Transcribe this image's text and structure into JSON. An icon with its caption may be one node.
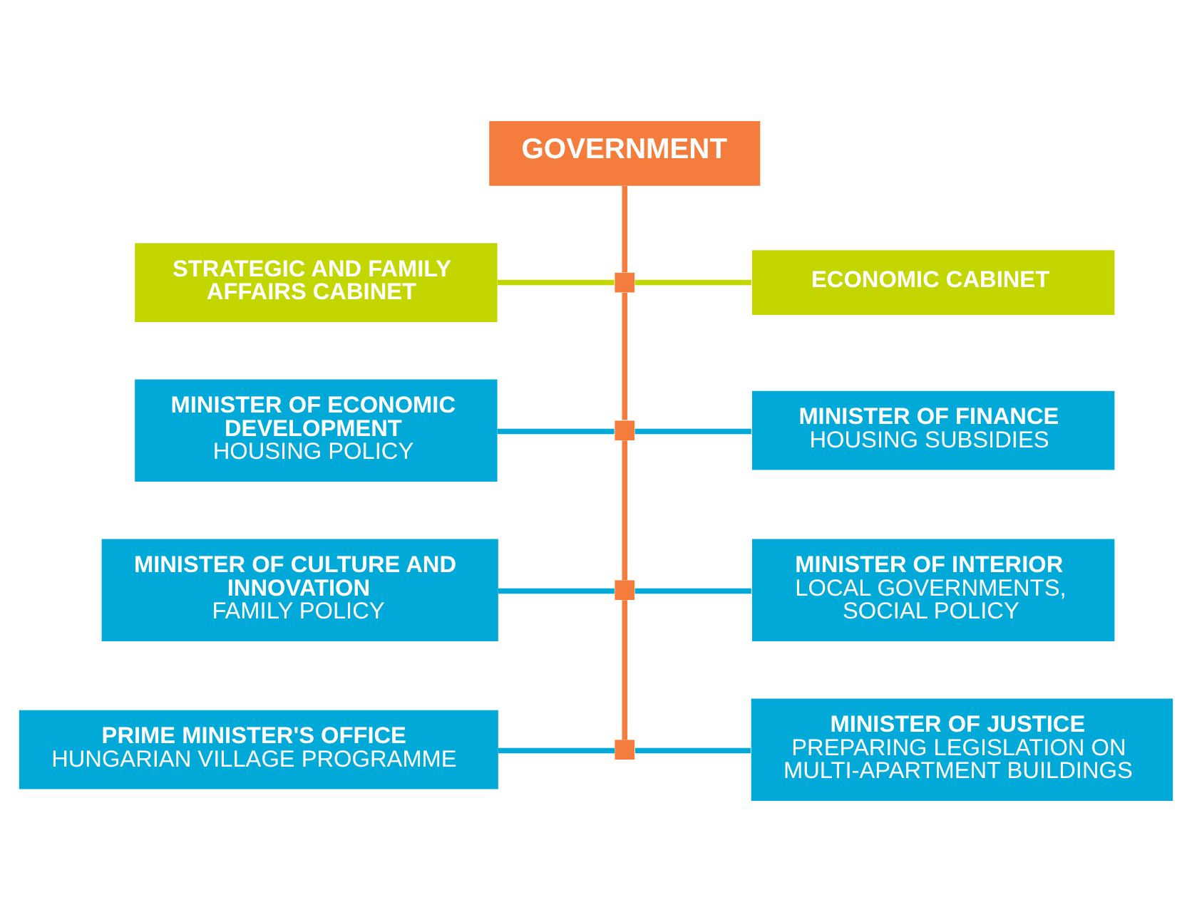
{
  "diagram": {
    "nodes": [
      {
        "text": [
          "GOVERNMENT"
        ]
      },
      {
        "text": [
          "STRATEGIC AND FAMILY AFFAIRS CABINET"
        ]
      },
      {
        "text": [],
        "shape": "box"
      },
      {
        "text": [
          "ECONOMIC CABINET"
        ]
      },
      {
        "text": [
          "MINISTER OF ECONOMIC DEVELOPMENT",
          "HOUSING POLICY"
        ]
      },
      {
        "text": [],
        "shape": "box"
      },
      {
        "text": [
          "MINISTER OF FINANCE",
          "HOUSING SUBSIDIES"
        ]
      },
      {
        "text": [
          "MINISTER OF CULTURE AND INNOVATION",
          "FAMILY POLICY"
        ]
      },
      {
        "text": [],
        "shape": "box"
      },
      {
        "text": [
          "MINISTER OF INTERIOR",
          "LOCAL GOVERNMENTS, SOCIAL POLICY"
        ]
      },
      {
        "text": [
          "PRIME MINISTER'S OFFICE",
          "HUNGARIAN VILLAGE PROGRAMME"
        ]
      },
      {
        "text": [],
        "shape": "box"
      },
      {
        "text": [
          "MINISTER OF JUSTICE",
          "PREPARING LEGISLATION ON MULTI-APARTMENT BUILDINGS"
        ]
      }
    ],
    "edges": [
      {
        "from": 0,
        "to": 2,
        "arrow": "none",
        "color": "#f47c3c"
      },
      {
        "from": 1,
        "to": 2,
        "arrow": "none",
        "color": "#c3d600"
      },
      {
        "from": 2,
        "to": 3,
        "arrow": "none",
        "color": "#c3d600"
      },
      {
        "from": 2,
        "to": 5,
        "arrow": "none",
        "color": "#f47c3c"
      },
      {
        "from": 4,
        "to": 5,
        "arrow": "none"
      },
      {
        "from": 5,
        "to": 6,
        "arrow": "none"
      },
      {
        "from": 5,
        "to": 8,
        "arrow": "none",
        "color": "#f47c3c"
      },
      {
        "from": 7,
        "to": 8,
        "arrow": "none"
      },
      {
        "from": 8,
        "to": 9,
        "arrow": "none"
      },
      {
        "from": 8,
        "to": 11,
        "arrow": "none",
        "color": "#f47c3c"
      },
      {
        "from": 10,
        "to": 11,
        "arrow": "none"
      },
      {
        "from": 11,
        "to": 12,
        "arrow": "none"
      }
    ]
  }
}
